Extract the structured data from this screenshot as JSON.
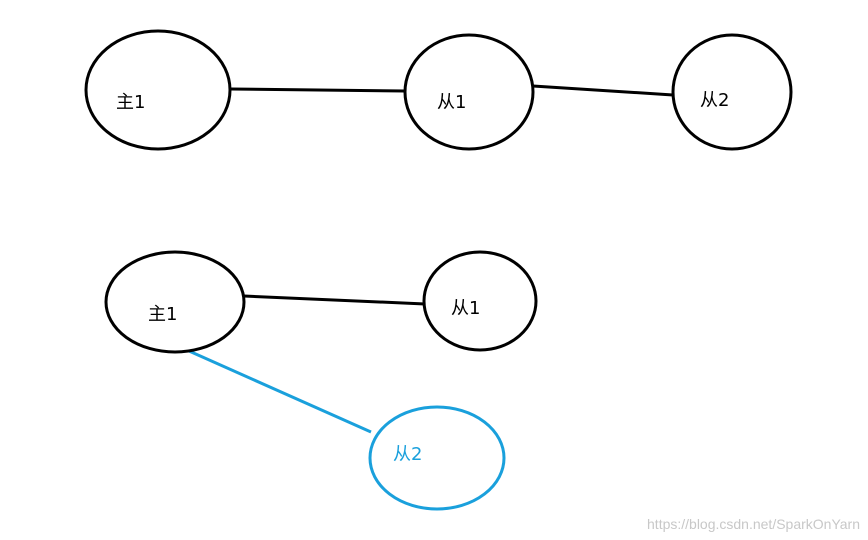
{
  "diagram": {
    "top": {
      "nodes": [
        {
          "id": "t-master",
          "label": "主1"
        },
        {
          "id": "t-slave1",
          "label": "从1"
        },
        {
          "id": "t-slave2",
          "label": "从2"
        }
      ],
      "edges": [
        {
          "from": "t-master",
          "to": "t-slave1"
        },
        {
          "from": "t-slave1",
          "to": "t-slave2"
        }
      ]
    },
    "bottom": {
      "nodes": [
        {
          "id": "b-master",
          "label": "主1"
        },
        {
          "id": "b-slave1",
          "label": "从1"
        },
        {
          "id": "b-slave2",
          "label": "从2"
        }
      ],
      "edges": [
        {
          "from": "b-master",
          "to": "b-slave1"
        },
        {
          "from": "b-master",
          "to": "b-slave2"
        }
      ]
    },
    "colors": {
      "default": "#000000",
      "highlight": "#1aa0dc"
    }
  },
  "watermark": "https://blog.csdn.net/SparkOnYarn"
}
